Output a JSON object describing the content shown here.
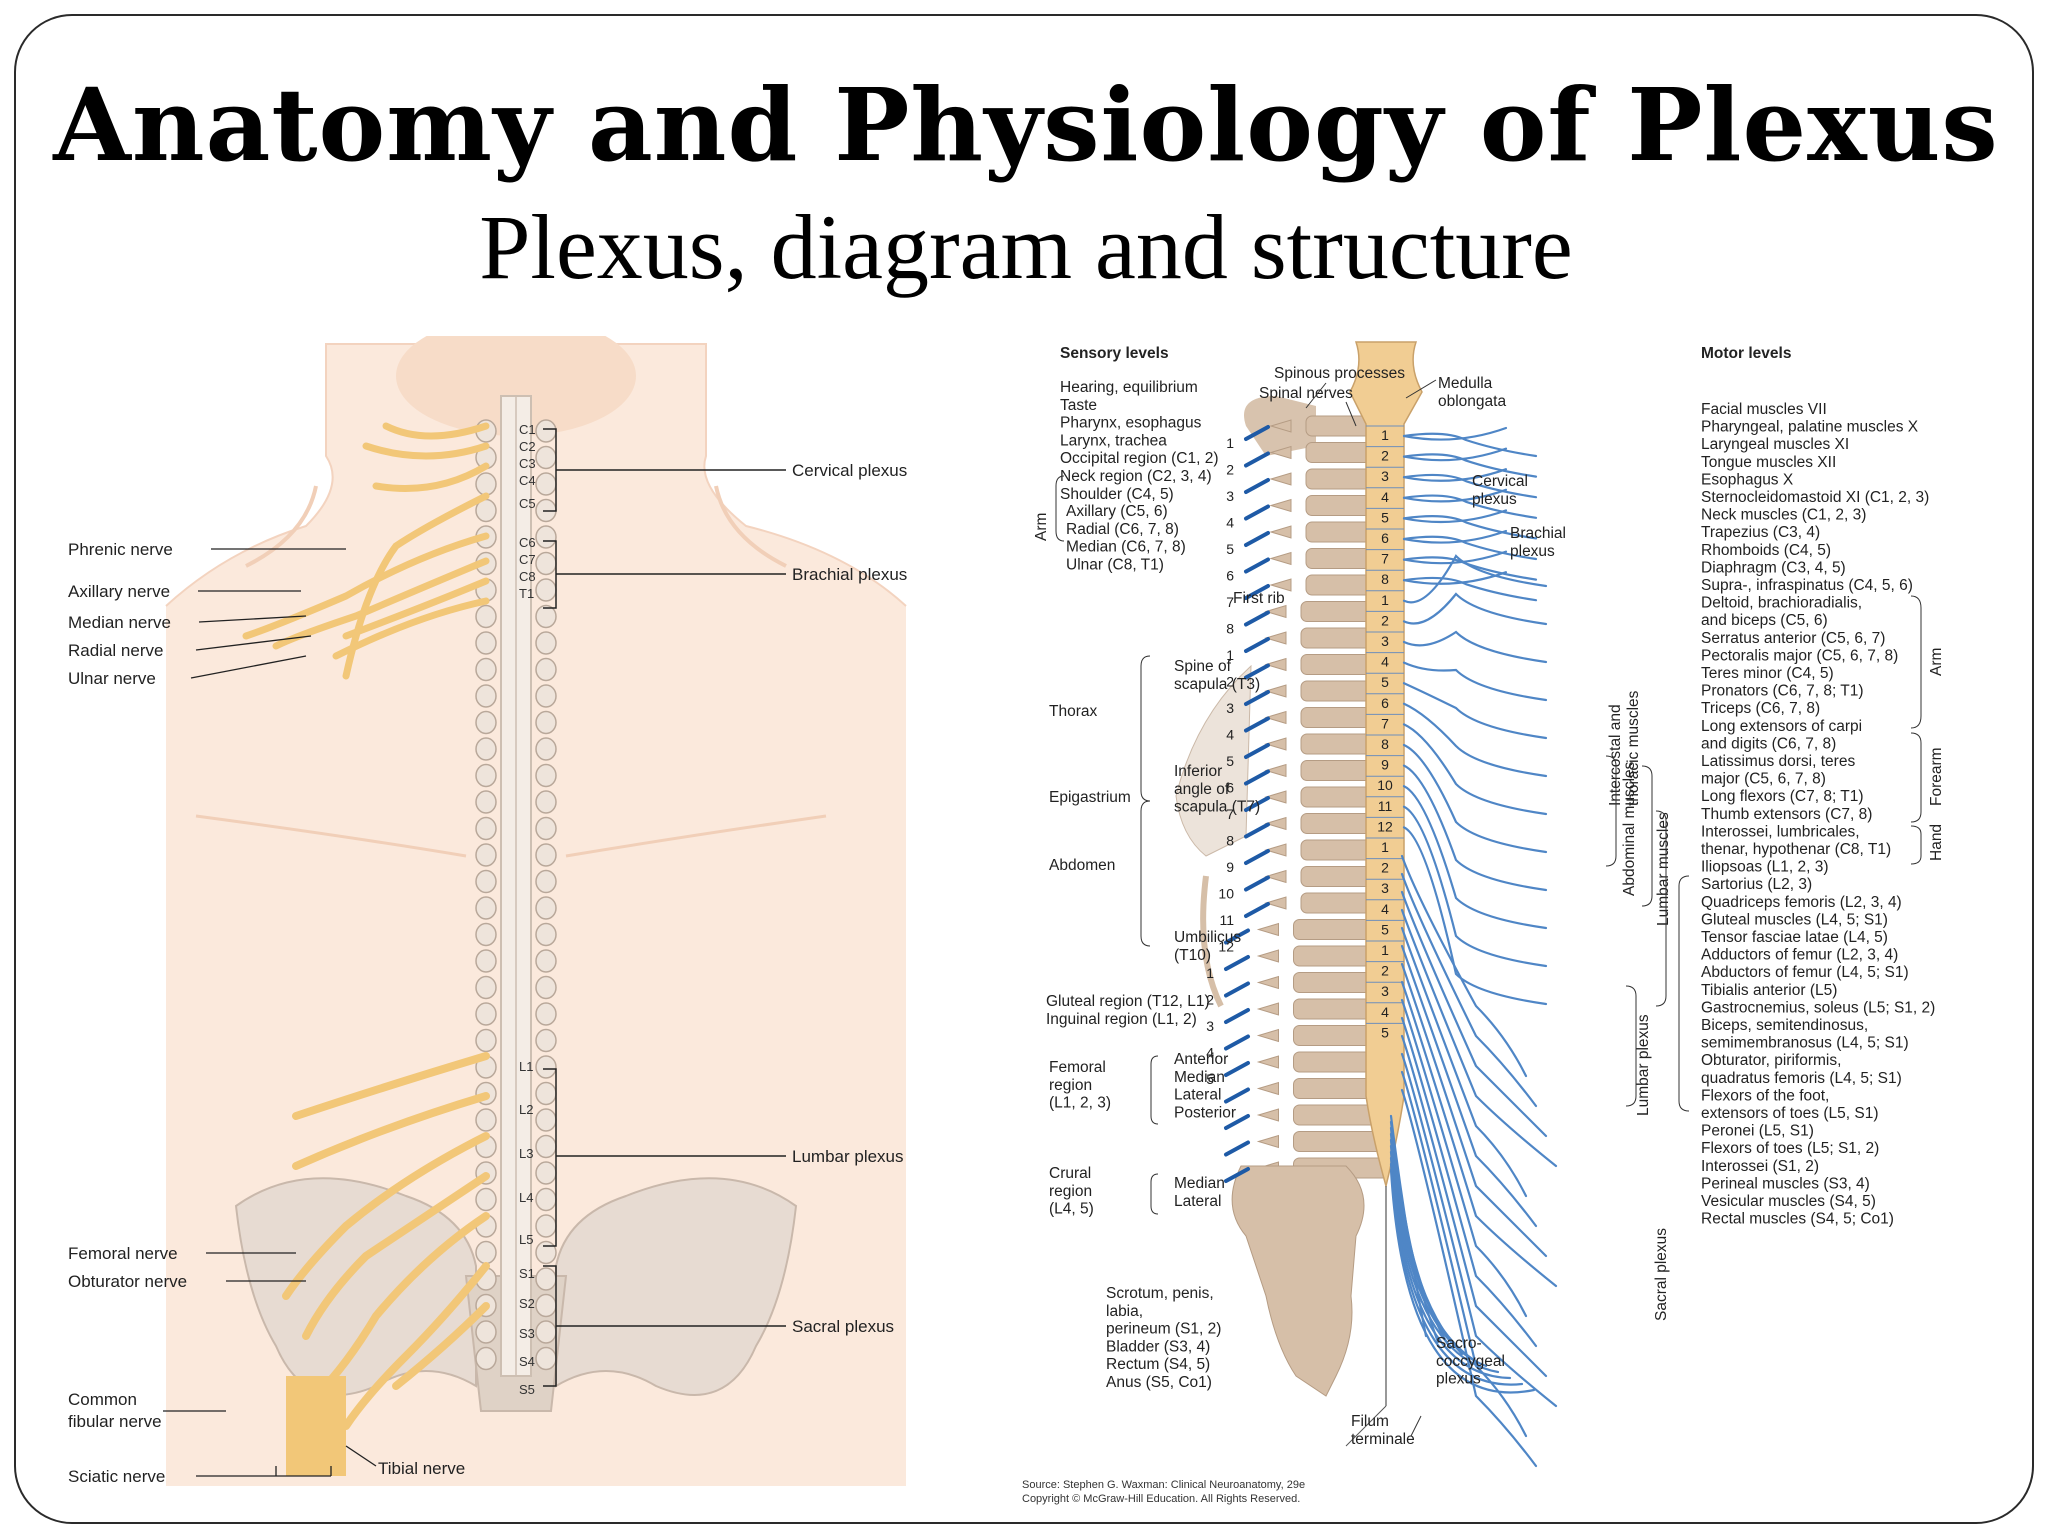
{
  "slide": {
    "title": "Anatomy and Physiology of Plexus",
    "subtitle": "Plexus, diagram and structure"
  },
  "left_figure": {
    "left_labels": [
      "Phrenic nerve",
      "Axillary nerve",
      "Median nerve",
      "Radial nerve",
      "Ulnar nerve",
      "Femoral nerve",
      "Obturator nerve",
      "Common",
      "fibular nerve",
      "Sciatic nerve",
      "Tibial nerve"
    ],
    "right_labels": [
      "Cervical plexus",
      "Brachial plexus",
      "Lumbar plexus",
      "Sacral plexus"
    ],
    "segments": [
      "C1",
      "C2",
      "C3",
      "C4",
      "C5",
      "C6",
      "C7",
      "C8",
      "T1",
      "L1",
      "L2",
      "L3",
      "L4",
      "L5",
      "S1",
      "S2",
      "S3",
      "S4",
      "S5"
    ]
  },
  "right_figure": {
    "sensory_heading": "Sensory levels",
    "sensory_lines": [
      "Hearing, equilibrium",
      "Taste",
      "Pharynx, esophagus",
      "Larynx, trachea",
      "Occipital region (C1, 2)",
      "Neck region (C2, 3, 4)",
      "Shoulder (C4, 5)"
    ],
    "arm_side_label": "Arm",
    "arm_lines": [
      "Axillary (C5, 6)",
      "Radial (C6, 7, 8)",
      "Median (C6, 7, 8)",
      "Ulnar (C8, T1)"
    ],
    "thorax": "Thorax",
    "epigastrium": "Epigastrium",
    "abdomen": "Abdomen",
    "scapula_spine": [
      "Spine of",
      "scapula (T3)"
    ],
    "scapula_inferior": [
      "Inferior",
      "angle of",
      "scapula (T7)"
    ],
    "umbilicus": [
      "Umbilicus",
      "(T10)"
    ],
    "gluteal": [
      "Gluteal region (T12, L1)",
      "Inguinal region (L1, 2)"
    ],
    "femoral_region": [
      "Femoral",
      "region",
      "(L1, 2, 3)"
    ],
    "femoral_parts": [
      "Anterior",
      "Median",
      "Lateral",
      "Posterior"
    ],
    "crural_region": [
      "Crural",
      "region",
      "(L4, 5)"
    ],
    "crural_parts": [
      "Median",
      "Lateral"
    ],
    "perineum": [
      "Scrotum, penis,",
      "labia,",
      "perineum (S1, 2)",
      "Bladder (S3, 4)",
      "Rectum (S4, 5)",
      "Anus (S5, Co1)"
    ],
    "spinous_processes": "Spinous processes",
    "spinal_nerves": "Spinal nerves",
    "first_rib": "First rib",
    "medulla": [
      "Medulla",
      "oblongata"
    ],
    "cervical_plexus": [
      "Cervical",
      "plexus"
    ],
    "brachial_plexus": [
      "Brachial",
      "plexus"
    ],
    "intercostal": [
      "Intercostal and",
      "thoracic muscles"
    ],
    "abdominal_muscles": "Abdominal muscles",
    "lumbar_muscles": "Lumbar muscles",
    "lumbar_plexus": "Lumbar plexus",
    "sacral_plexus": "Sacral plexus",
    "sacrococcygeal": [
      "Sacro-",
      "coccygeal",
      "plexus"
    ],
    "filum": [
      "Filum",
      "terminale"
    ],
    "motor_heading": "Motor levels",
    "motor_lines": [
      "Facial muscles VII",
      "Pharyngeal, palatine muscles X",
      "Laryngeal muscles XI",
      "Tongue muscles XII",
      "Esophagus X",
      "Sternocleidomastoid XI (C1, 2, 3)",
      "Neck muscles (C1, 2, 3)",
      "Trapezius (C3, 4)",
      "Rhomboids (C4, 5)",
      "Diaphragm (C3, 4, 5)",
      "Supra-, infraspinatus (C4, 5, 6)",
      "Deltoid, brachioradialis,",
      "  and biceps (C5, 6)",
      "Serratus anterior (C5, 6, 7)",
      "Pectoralis major (C5, 6, 7, 8)",
      "Teres minor (C4, 5)",
      "Pronators (C6, 7, 8; T1)",
      "Triceps (C6, 7, 8)",
      "Long extensors of carpi",
      "  and digits (C6, 7, 8)",
      "Latissimus dorsi, teres",
      "  major (C5, 6, 7, 8)",
      "Long flexors (C7, 8; T1)",
      "Thumb extensors (C7, 8)",
      "Interossei, lumbricales,",
      "  thenar, hypothenar (C8, T1)",
      "Iliopsoas (L1, 2, 3)",
      "Sartorius (L2, 3)",
      "Quadriceps femoris (L2, 3, 4)",
      "Gluteal muscles (L4, 5; S1)",
      "Tensor fasciae latae (L4, 5)",
      "Adductors of femur (L2, 3, 4)",
      "Abductors of femur (L4, 5; S1)",
      "Tibialis anterior (L5)",
      "Gastrocnemius, soleus (L5; S1, 2)",
      "Biceps, semitendinosus,",
      "  semimembranosus (L4, 5; S1)",
      "Obturator, piriformis,",
      "  quadratus femoris (L4, 5; S1)",
      "Flexors of the foot,",
      "  extensors of toes (L5, S1)",
      "Peronei (L5, S1)",
      "Flexors of toes (L5; S1, 2)",
      "Interossei (S1, 2)",
      "Perineal muscles (S3, 4)",
      "Vesicular muscles (S4, 5)",
      "Rectal muscles (S4, 5; Co1)"
    ],
    "motor_side_labels": [
      "Arm",
      "Forearm",
      "Hand"
    ],
    "cord_numbers": [
      "1",
      "2",
      "3",
      "4",
      "5",
      "6",
      "7",
      "8",
      "1",
      "2",
      "3",
      "4",
      "5",
      "6",
      "7",
      "8",
      "9",
      "10",
      "11",
      "12",
      "1",
      "2",
      "3",
      "4",
      "5",
      "1",
      "2",
      "3",
      "4",
      "5"
    ],
    "source_line1": "Source: Stephen G. Waxman: Clinical Neuroanatomy, 29e",
    "source_line2": "Copyright © McGraw-Hill Education. All Rights Reserved."
  }
}
